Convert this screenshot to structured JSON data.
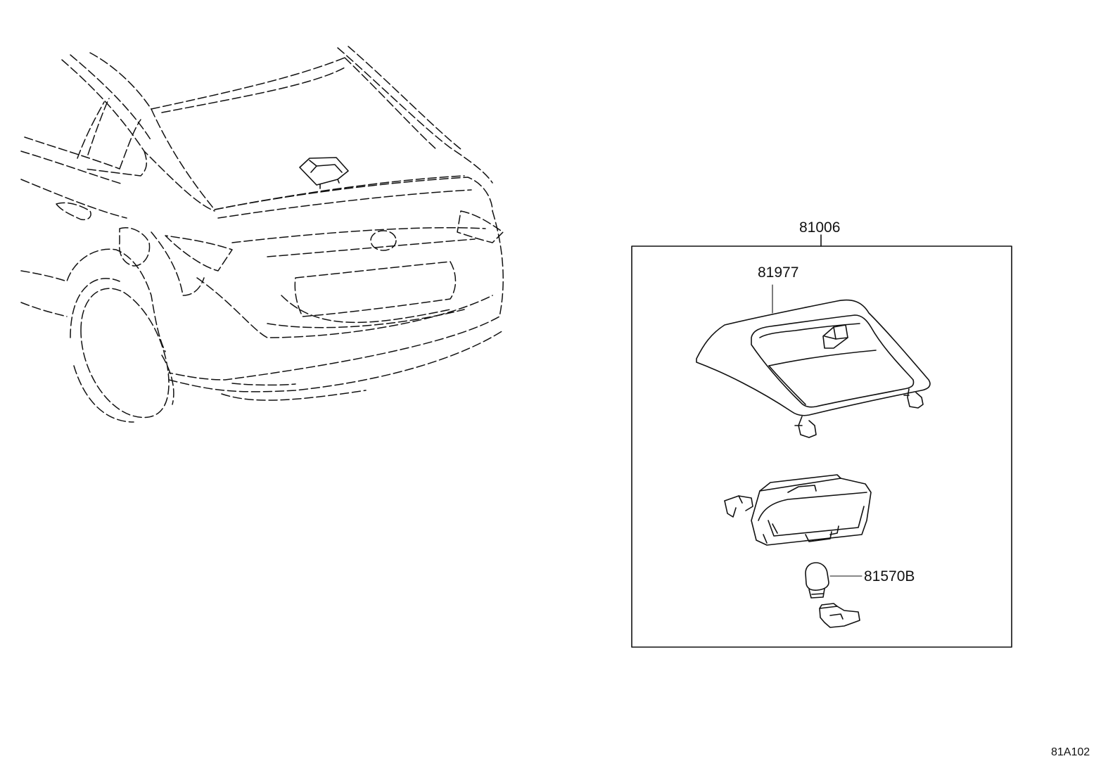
{
  "diagram": {
    "callouts": {
      "assembly": "81006",
      "cover": "81977",
      "bulb": "81570B"
    },
    "figure_code": "81A102"
  },
  "colors": {
    "line": "#111111",
    "background": "#ffffff"
  }
}
